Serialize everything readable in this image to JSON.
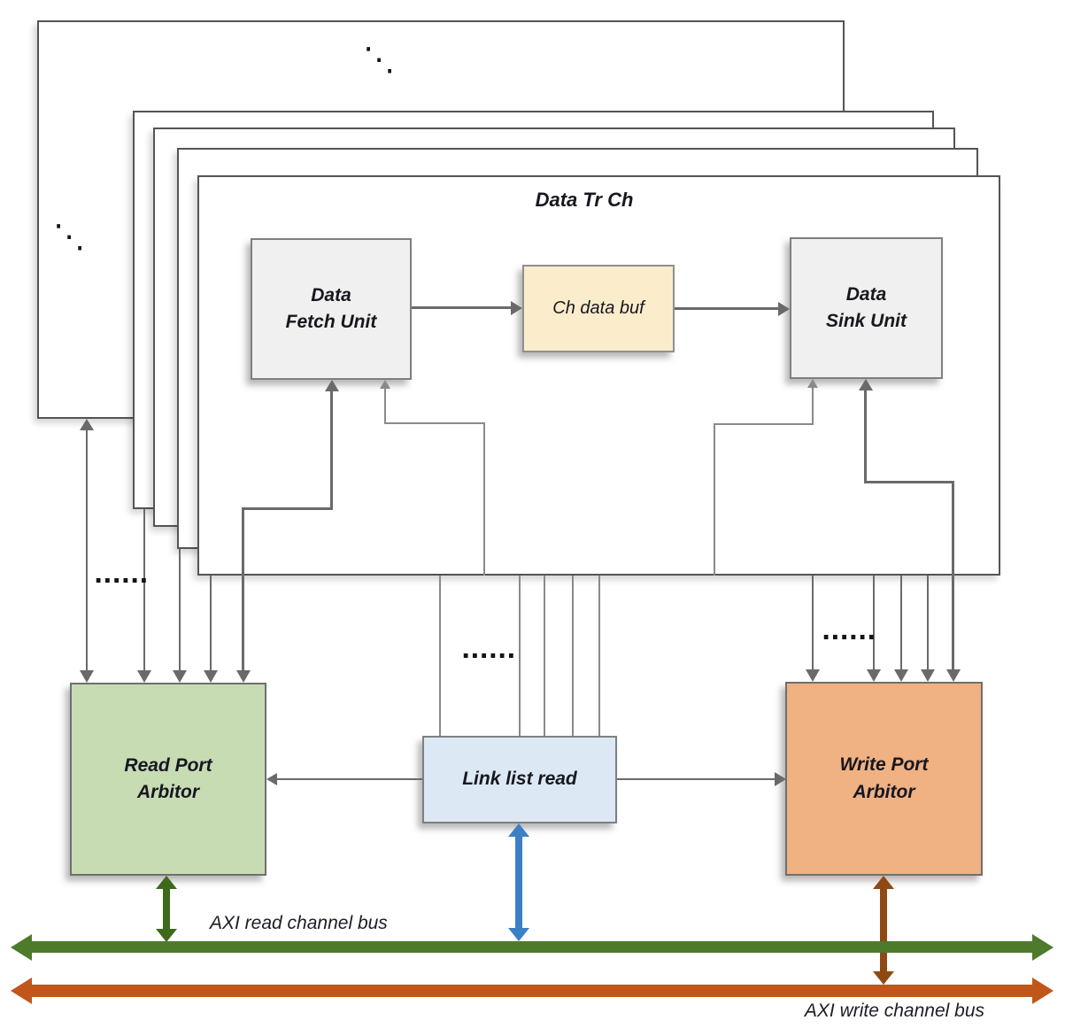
{
  "diagram": {
    "channel": {
      "title": "Data Tr Ch",
      "fetch_unit": [
        "Data",
        "Fetch Unit"
      ],
      "buffer": "Ch data buf",
      "sink_unit": [
        "Data",
        "Sink Unit"
      ]
    },
    "arbiters": {
      "read": [
        "Read Port",
        "Arbitor"
      ],
      "link": "Link list read",
      "write": [
        "Write Port",
        "Arbitor"
      ]
    },
    "buses": {
      "read_label": "AXI read channel bus",
      "write_label": "AXI write channel bus"
    },
    "ellipsis": {
      "horizontal": "......",
      "diagonal": "⋱"
    },
    "colors": {
      "bus_read": "#4e7a2c",
      "bus_write": "#c0561a",
      "connector_read": "#3e691d",
      "connector_write": "#8f4913",
      "connector_link": "#3b80c4",
      "read_arbitor_fill": "#c8dcb4",
      "write_arbitor_fill": "#f0b183",
      "link_fill": "#dce9f5",
      "buffer_fill": "#fbeccb",
      "unit_fill": "#f0f0f0",
      "wire": "#6a6a6a",
      "channel_border": "#545454",
      "text": "#17171f"
    }
  }
}
